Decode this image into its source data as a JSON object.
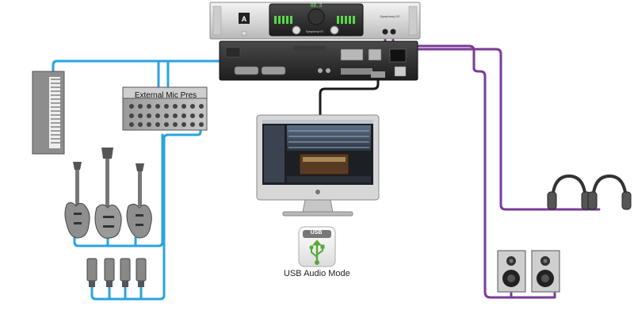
{
  "labels": {
    "external_mic_pres": "External Mic Pres",
    "usb_audio_mode": "USB Audio Mode",
    "usb_badge": "USB"
  },
  "colors": {
    "blue_cable": "#29a3df",
    "purple_cable": "#7a3a97",
    "usb_icon_green": "#5aa837"
  },
  "icons": [
    "keyboard-icon",
    "mic-pre-rack-icon",
    "electric-guitar-icon",
    "bass-guitar-icon",
    "microphone-icon",
    "audio-interface-icon",
    "imac-icon",
    "usb-icon",
    "headphones-icon",
    "studio-monitor-icon"
  ],
  "device_text": {
    "brand": "Symphony I/O",
    "panel_label": "Symphony I/O",
    "readout": "88.3"
  }
}
